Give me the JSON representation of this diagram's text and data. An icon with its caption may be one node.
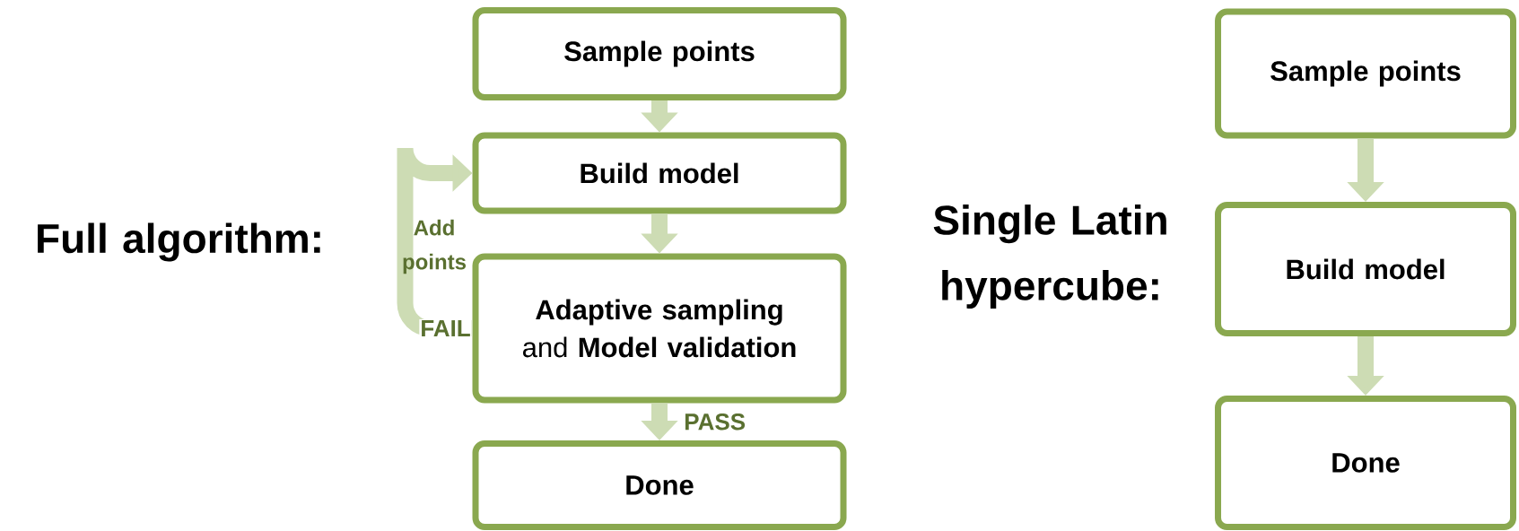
{
  "diagram": {
    "nodes": [
      {
        "text": [
          "Sample points"
        ]
      },
      {
        "text": [
          "Build model"
        ]
      },
      {
        "text": [
          "**Adaptive sampling** and **Model validation**"
        ]
      },
      {
        "text": [
          "Done"
        ]
      },
      {
        "text": [
          "Sample points"
        ]
      },
      {
        "text": [
          "Build model"
        ]
      },
      {
        "text": [
          "Done"
        ]
      }
    ],
    "edges": [
      {
        "from": 0,
        "to": 1,
        "arrow": "to"
      },
      {
        "from": 1,
        "to": 2,
        "arrow": "to"
      },
      {
        "from": 2,
        "to": 3,
        "arrow": "to",
        "label": "PASS"
      },
      {
        "from": 2,
        "to": 1,
        "arrow": "to",
        "label": "FAIL"
      },
      {
        "from": 4,
        "to": 5,
        "arrow": "to"
      },
      {
        "from": 5,
        "to": 6,
        "arrow": "to"
      }
    ],
    "labels": [
      "Full algorithm:",
      "Add points",
      "Single Latin hypercube:"
    ]
  }
}
